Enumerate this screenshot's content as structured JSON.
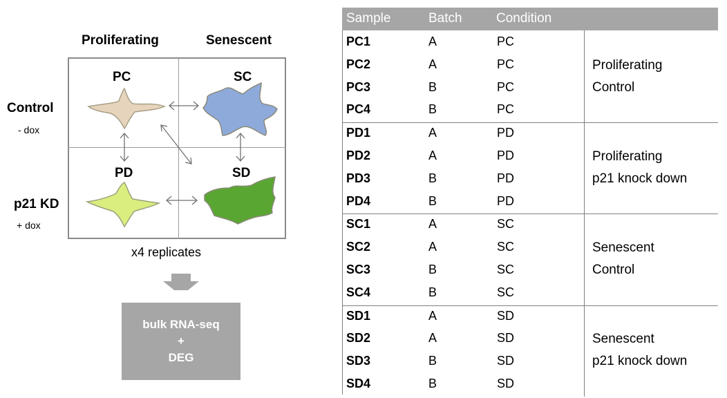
{
  "diagram": {
    "col_headers": [
      "Proliferating",
      "Senescent"
    ],
    "rows": [
      {
        "label": "Control",
        "sub": "- dox"
      },
      {
        "label": "p21 KD",
        "sub": "+ dox"
      }
    ],
    "cells": [
      "PC",
      "SC",
      "PD",
      "SD"
    ],
    "cell_colors": {
      "PC": "#e6d5bc",
      "SC": "#8eaadb",
      "PD": "#d9ee7e",
      "SD": "#5aa632"
    },
    "replicates": "x4  replicates",
    "output_box": {
      "line1": "bulk RNA-seq",
      "line2": "+",
      "line3": "DEG"
    },
    "arrow_icon": "down-arrow-icon"
  },
  "table": {
    "headers": [
      "Sample",
      "Batch",
      "Condition"
    ],
    "groups": [
      {
        "label_lines": [
          "Proliferating",
          "Control"
        ],
        "rows": [
          {
            "sample": "PC1",
            "batch": "A",
            "condition": "PC"
          },
          {
            "sample": "PC2",
            "batch": "A",
            "condition": "PC"
          },
          {
            "sample": "PC3",
            "batch": "B",
            "condition": "PC"
          },
          {
            "sample": "PC4",
            "batch": "B",
            "condition": "PC"
          }
        ]
      },
      {
        "label_lines": [
          "Proliferating",
          "p21 knock down"
        ],
        "rows": [
          {
            "sample": "PD1",
            "batch": "A",
            "condition": "PD"
          },
          {
            "sample": "PD2",
            "batch": "A",
            "condition": "PD"
          },
          {
            "sample": "PD3",
            "batch": "B",
            "condition": "PD"
          },
          {
            "sample": "PD4",
            "batch": "B",
            "condition": "PD"
          }
        ]
      },
      {
        "label_lines": [
          "Senescent",
          "Control"
        ],
        "rows": [
          {
            "sample": "SC1",
            "batch": "A",
            "condition": "SC"
          },
          {
            "sample": "SC2",
            "batch": "A",
            "condition": "SC"
          },
          {
            "sample": "SC3",
            "batch": "B",
            "condition": "SC"
          },
          {
            "sample": "SC4",
            "batch": "B",
            "condition": "SC"
          }
        ]
      },
      {
        "label_lines": [
          "Senescent",
          "p21 knock down"
        ],
        "rows": [
          {
            "sample": "SD1",
            "batch": "A",
            "condition": "SD"
          },
          {
            "sample": "SD2",
            "batch": "A",
            "condition": "SD"
          },
          {
            "sample": "SD3",
            "batch": "B",
            "condition": "SD"
          },
          {
            "sample": "SD4",
            "batch": "B",
            "condition": "SD"
          }
        ]
      }
    ]
  }
}
